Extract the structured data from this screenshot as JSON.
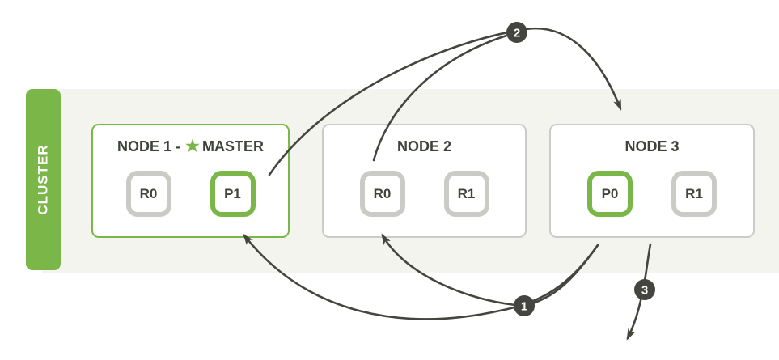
{
  "diagram": {
    "cluster_label": "CLUSTER",
    "icons": {
      "master_star": "★"
    },
    "nodes": [
      {
        "title_prefix": "NODE 1 -",
        "master_label": "MASTER",
        "is_master": true,
        "shards": [
          {
            "label": "R0",
            "type": "replica"
          },
          {
            "label": "P1",
            "type": "primary"
          }
        ]
      },
      {
        "title": "NODE 2",
        "is_master": false,
        "shards": [
          {
            "label": "R0",
            "type": "replica"
          },
          {
            "label": "R1",
            "type": "replica"
          }
        ]
      },
      {
        "title": "NODE 3",
        "is_master": false,
        "shards": [
          {
            "label": "P0",
            "type": "primary"
          },
          {
            "label": "R1",
            "type": "replica"
          }
        ]
      }
    ],
    "steps": [
      {
        "number": "1"
      },
      {
        "number": "2"
      },
      {
        "number": "3"
      }
    ],
    "colors": {
      "green": "#7ab648",
      "band_background": "#f4f4ef",
      "node_border_gray": "#cccbc7",
      "shard_border_gray": "#cacac6",
      "arrow_dark": "#45453f",
      "text": "#3f433c",
      "white": "#ffffff"
    }
  }
}
